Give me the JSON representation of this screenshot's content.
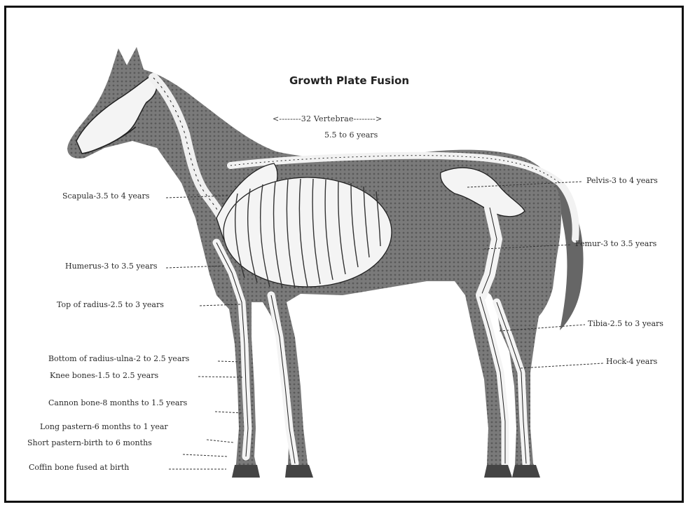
{
  "diagram": {
    "title": "Growth Plate Fusion",
    "vertebrae_arrow": "<--------32 Vertebrae-------->",
    "vertebrae_age": "5.5 to 6 years",
    "labels": {
      "scapula": "Scapula-3.5 to 4 years",
      "humerus": "Humerus-3 to 3.5 years",
      "top_radius": "Top of radius-2.5 to 3 years",
      "bottom_radius": "Bottom of radius-ulna-2 to 2.5 years",
      "knee": "Knee bones-1.5 to 2.5 years",
      "cannon": "Cannon bone-8 months to 1.5 years",
      "long_pastern": "Long pastern-6 months to 1 year",
      "short_pastern": "Short pastern-birth to 6 months",
      "coffin": "Coffin bone fused at birth",
      "pelvis": "Pelvis-3 to 4 years",
      "femur": "Femur-3 to 3.5 years",
      "tibia": "Tibia-2.5 to 3 years",
      "hock": "Hock-4 years"
    }
  },
  "colors": {
    "body": "#6f6f6f",
    "bone": "#f4f4f4",
    "frame": "#111111"
  }
}
